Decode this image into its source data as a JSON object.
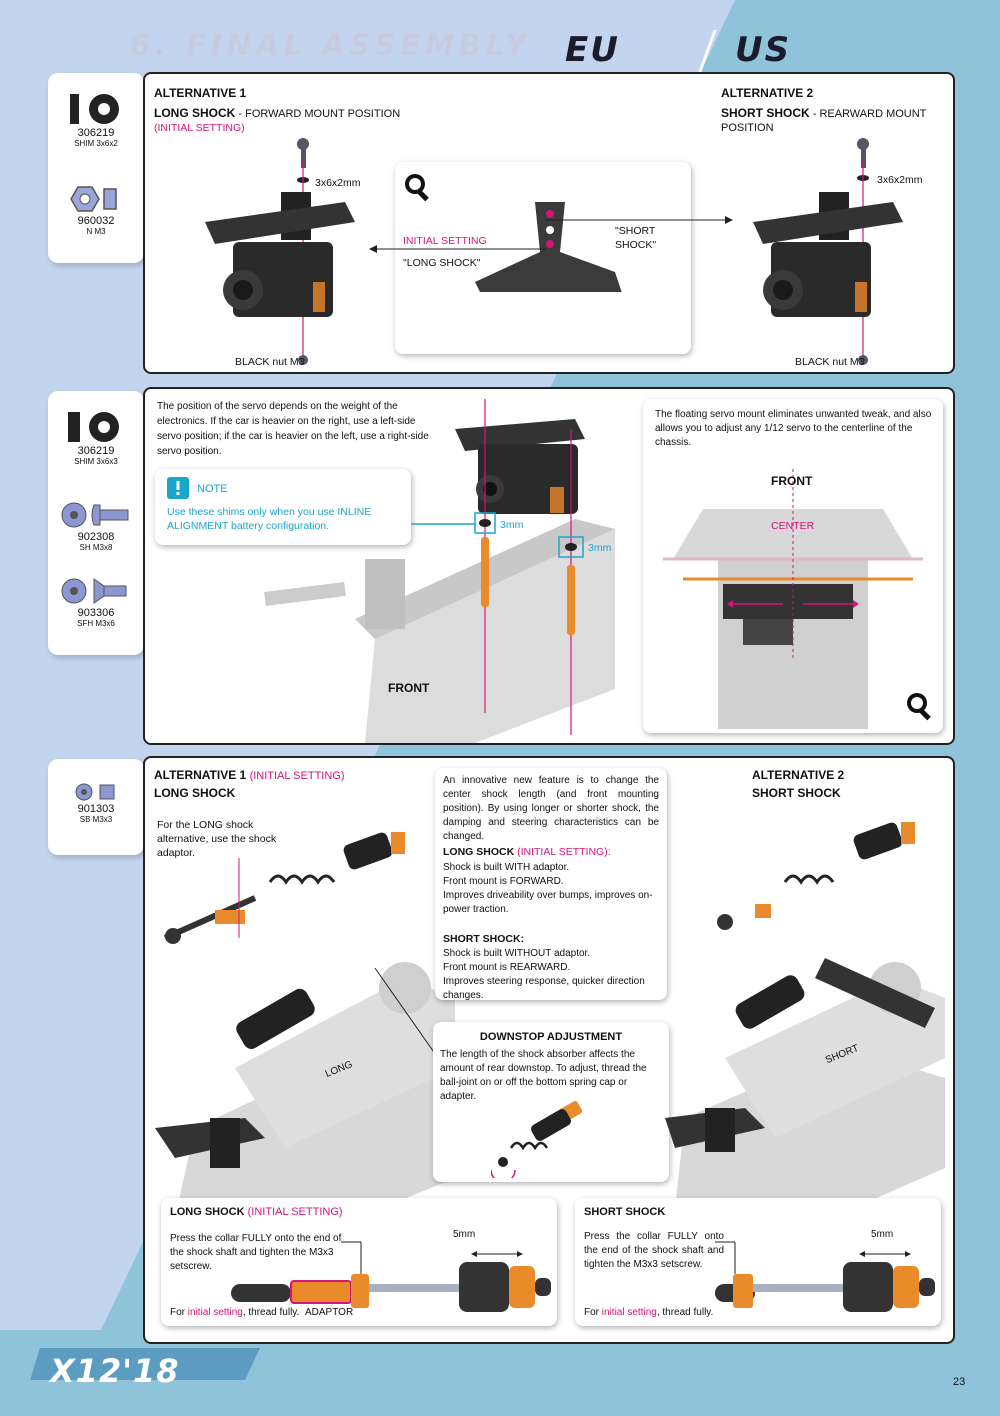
{
  "header": {
    "title": "6. FINAL ASSEMBLY",
    "logo_eu": "EU",
    "logo_us": "US"
  },
  "section1": {
    "parts": [
      {
        "number": "306219",
        "name": "SHIM 3x6x2"
      },
      {
        "number": "960032",
        "name": "N M3"
      }
    ],
    "alt1": {
      "title": "ALTERNATIVE 1",
      "name": "LONG SHOCK",
      "desc": " - FORWARD MOUNT POSITION",
      "initial": "(INITIAL SETTING)"
    },
    "alt2": {
      "title": "ALTERNATIVE 2",
      "name": "SHORT SHOCK",
      "desc": " - REARWARD MOUNT POSITION"
    },
    "shim_left": "3x6x2mm",
    "shim_right": "3x6x2mm",
    "nut_left": "BLACK nut M3",
    "nut_right": "BLACK nut M3",
    "detail": {
      "initial": "INITIAL SETTING",
      "long": "\"LONG SHOCK\"",
      "short": "\"SHORT SHOCK\"",
      "icon_label": "DETAIL"
    }
  },
  "section2": {
    "parts": [
      {
        "number": "306219",
        "name": "SHIM 3x6x3"
      },
      {
        "number": "902308",
        "name": "SH M3x8"
      },
      {
        "number": "903306",
        "name": "SFH M3x6"
      }
    ],
    "intro": "The position of the servo depends on the weight of the electronics. If the car is heavier on the right, use a left-side servo position; if the car is heavier on the left, use a right-side servo position.",
    "note": {
      "title": "NOTE",
      "text_pre": "Use these shims only when you use ",
      "text_hl": "INLINE ALIGNMENT",
      "text_post": " battery configuration."
    },
    "shim1": "3mm",
    "shim2": "3mm",
    "front": "FRONT",
    "detail_text": "The floating servo mount eliminates unwanted tweak, and also allows you to adjust any 1/12 servo to the centerline of the chassis.",
    "detail_front": "FRONT",
    "center": "CENTER",
    "icon_label": "DETAIL"
  },
  "section3": {
    "parts": [
      {
        "number": "901303",
        "name": "SB M3x3"
      }
    ],
    "alt1": {
      "title": "ALTERNATIVE 1",
      "initial": "(INITIAL SETTING)",
      "name": "LONG SHOCK",
      "note": "For the LONG shock alternative, use the shock adaptor."
    },
    "alt2": {
      "title": "ALTERNATIVE 2",
      "name": "SHORT SHOCK"
    },
    "info": {
      "intro": "An innovative new feature is to change the center shock length (and front mounting position). By using longer or shorter shock, the damping and steering characteristics can be changed.",
      "long_title": "LONG SHOCK",
      "long_initial": "(INITIAL SETTING):",
      "long_lines": [
        "Shock is built WITH adaptor.",
        "Front mount is FORWARD.",
        "Improves driveability over bumps, improves on-power traction."
      ],
      "short_title": "SHORT SHOCK:",
      "short_lines": [
        "Shock is built WITHOUT adaptor.",
        "Front mount is REARWARD.",
        "Improves steering response, quicker direction changes."
      ]
    },
    "label_long": "LONG",
    "label_short": "SHORT",
    "downstop": {
      "title": "DOWNSTOP ADJUSTMENT",
      "text": "The length of the shock absorber affects the amount of rear downstop. To adjust, thread the ball-joint on or off the bottom spring cap or adapter."
    },
    "long_box": {
      "title": "LONG SHOCK",
      "initial": "(INITIAL SETTING)",
      "text": "Press the collar FULLY onto the end of the shock shaft and tighten the M3x3 setscrew.",
      "dim": "5mm",
      "for_pre": "For ",
      "for_hl": "initial setting",
      "for_post": ", thread fully.",
      "adaptor": "ADAPTOR"
    },
    "short_box": {
      "title": "SHORT SHOCK",
      "text": "Press the collar FULLY onto the end of the shock shaft and tighten the M3x3 setscrew.",
      "dim": "5mm",
      "for_pre": "For ",
      "for_hl": "initial setting",
      "for_post": ", thread fully."
    }
  },
  "footer": {
    "logo": "X12'18",
    "page": "23"
  },
  "colors": {
    "accent": "#d4147a",
    "highlight": "#1aa6c9",
    "bg_left": "#c3d4ee",
    "bg_right": "#8fc3d9",
    "orange": "#e98b2a"
  }
}
